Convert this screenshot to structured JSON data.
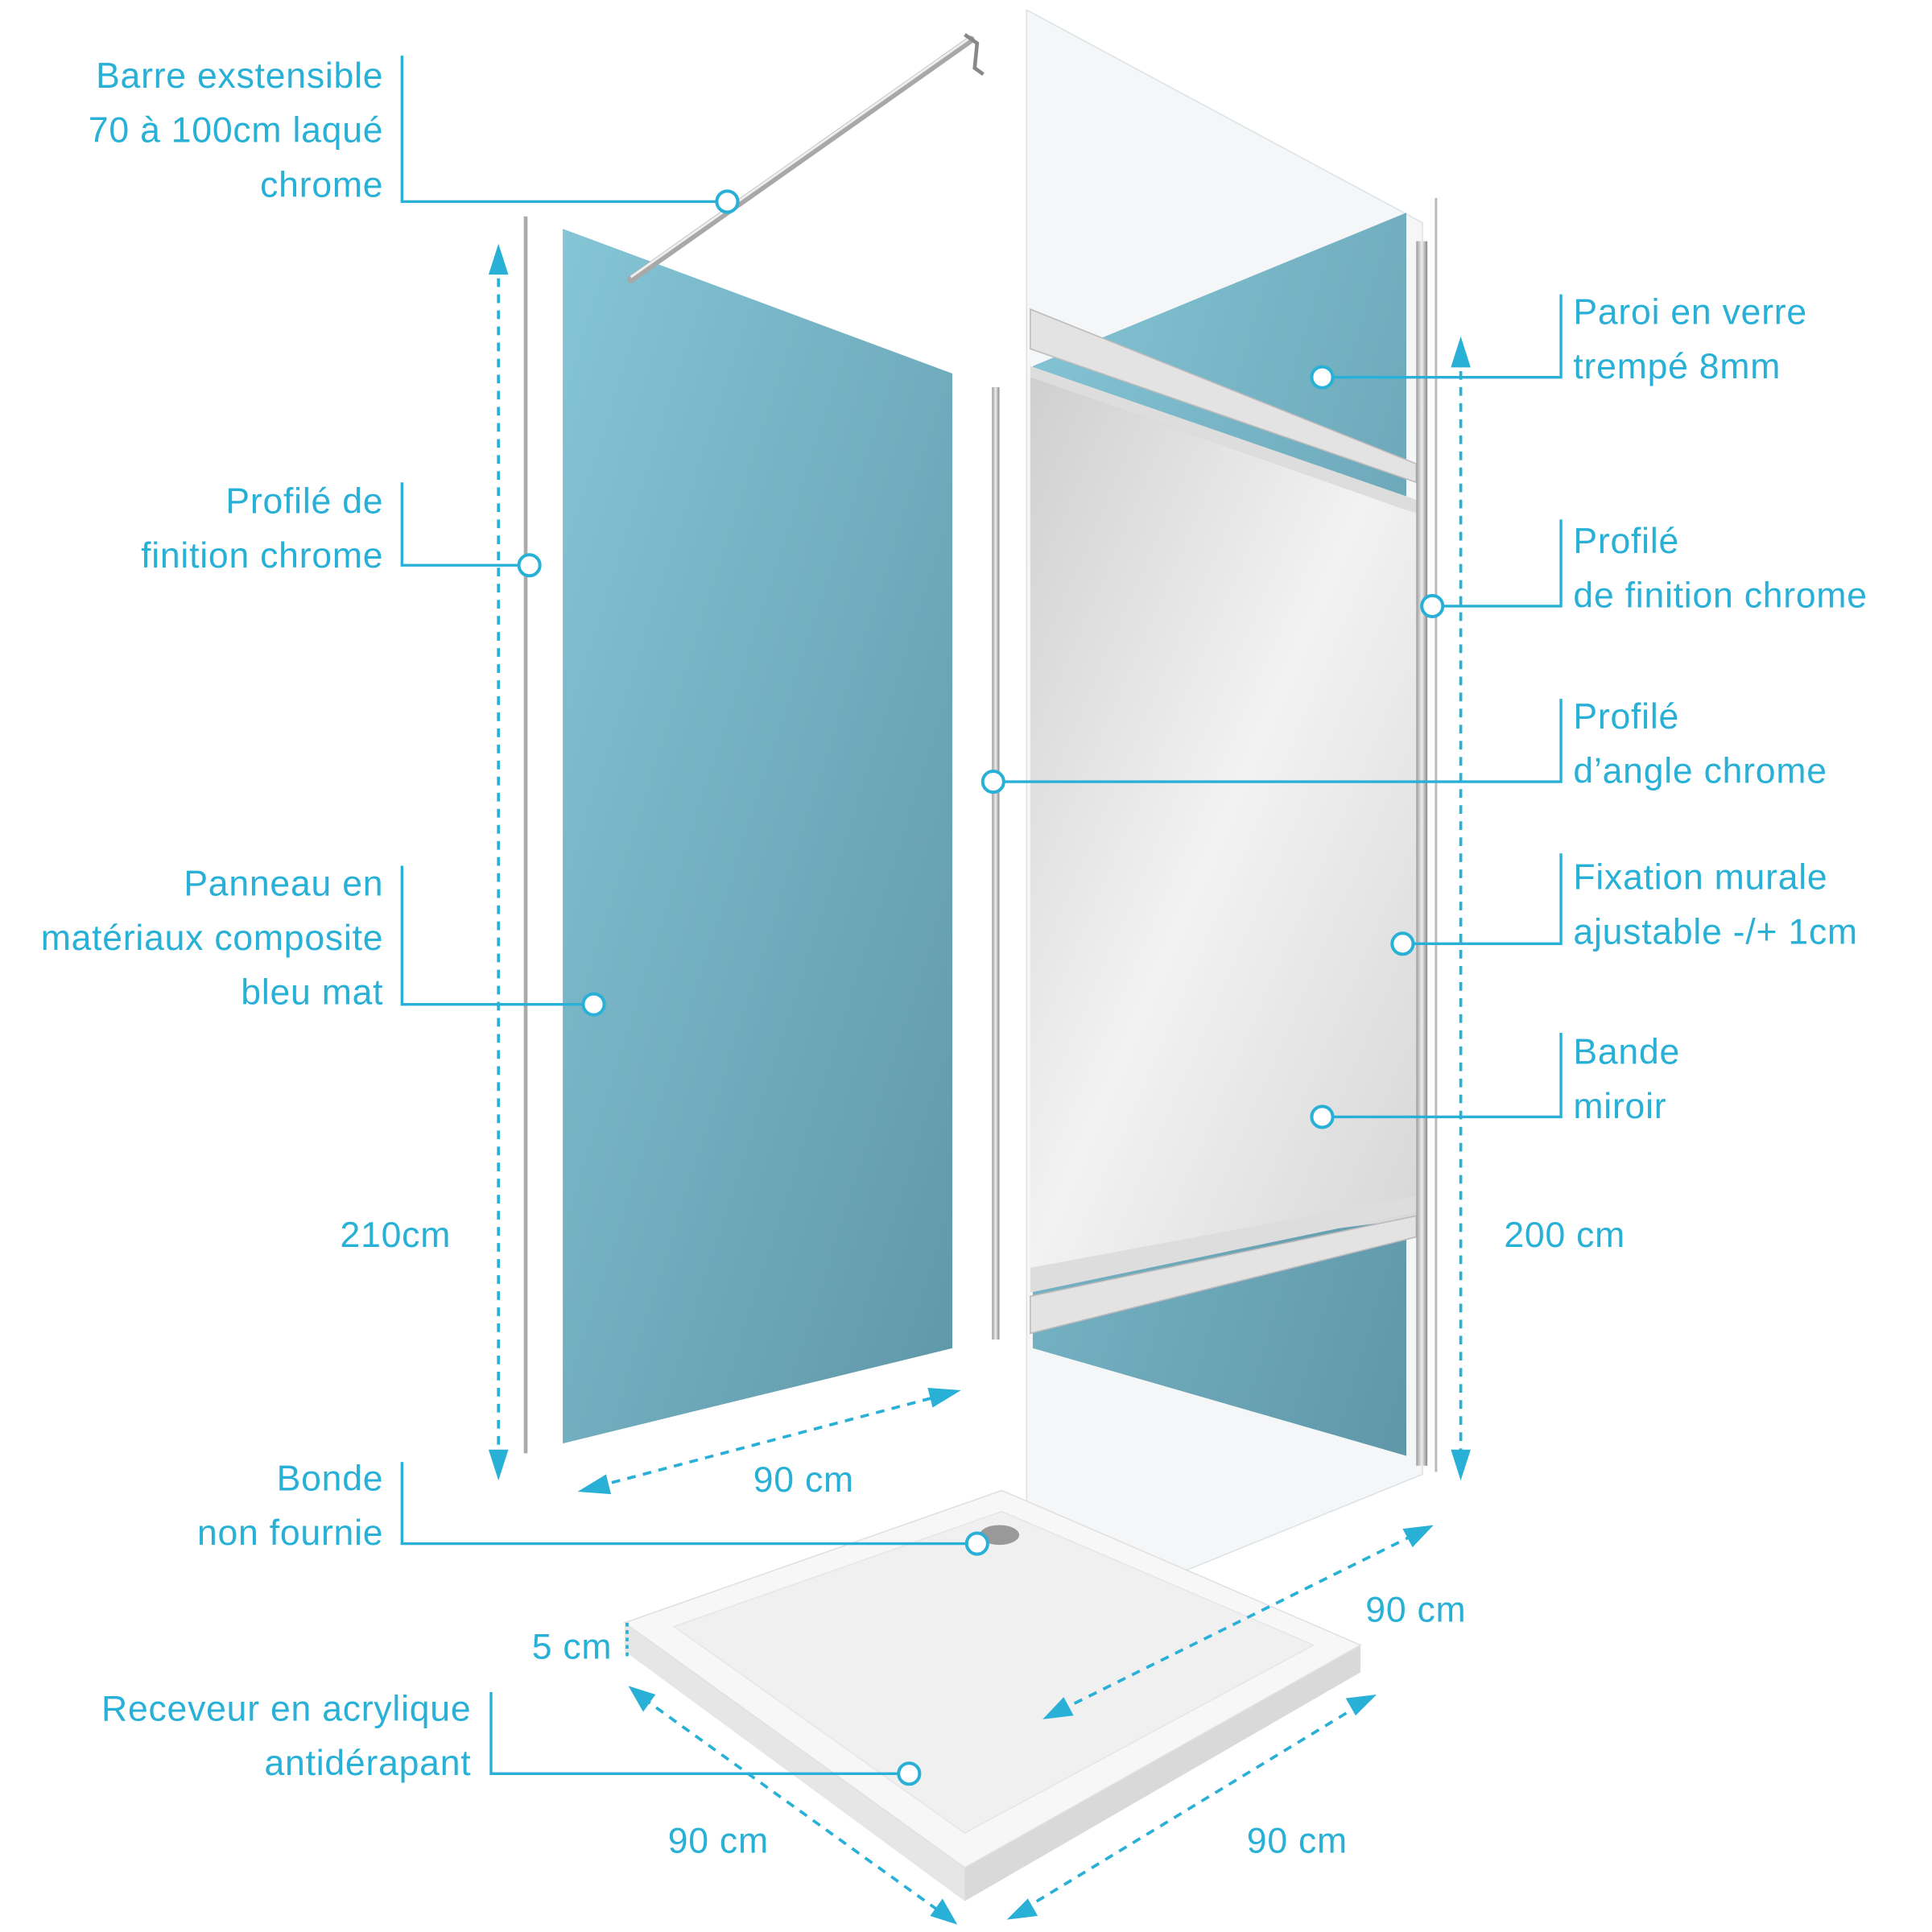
{
  "colors": {
    "accent": "#29b0d6",
    "panel_light": "#82c3d5",
    "panel_dark": "#5f97a8"
  },
  "left_labels": {
    "bar": [
      "Barre exstensible",
      "70 à 100cm laqué",
      "chrome"
    ],
    "profile": [
      "Profilé de",
      "finition chrome"
    ],
    "panel": [
      "Panneau en",
      "matériaux composite",
      "bleu mat"
    ],
    "drain": [
      "Bonde",
      "non fournie"
    ],
    "tray": [
      "Receveur en acrylique",
      "antidérapant"
    ]
  },
  "right_labels": {
    "glass": [
      "Paroi en verre",
      "trempé 8mm"
    ],
    "profile": [
      "Profilé",
      "de finition chrome"
    ],
    "angle": [
      "Profilé",
      "d’angle chrome"
    ],
    "fixing": [
      "Fixation murale",
      "ajustable -/+ 1cm"
    ],
    "mirror": [
      "Bande",
      "miroir"
    ]
  },
  "dimensions": {
    "left_height": "210cm",
    "right_height": "200 cm",
    "panel_width": "90 cm",
    "back_width": "90 cm",
    "tray_height": "5 cm",
    "tray_left": "90 cm",
    "tray_right": "90 cm"
  }
}
